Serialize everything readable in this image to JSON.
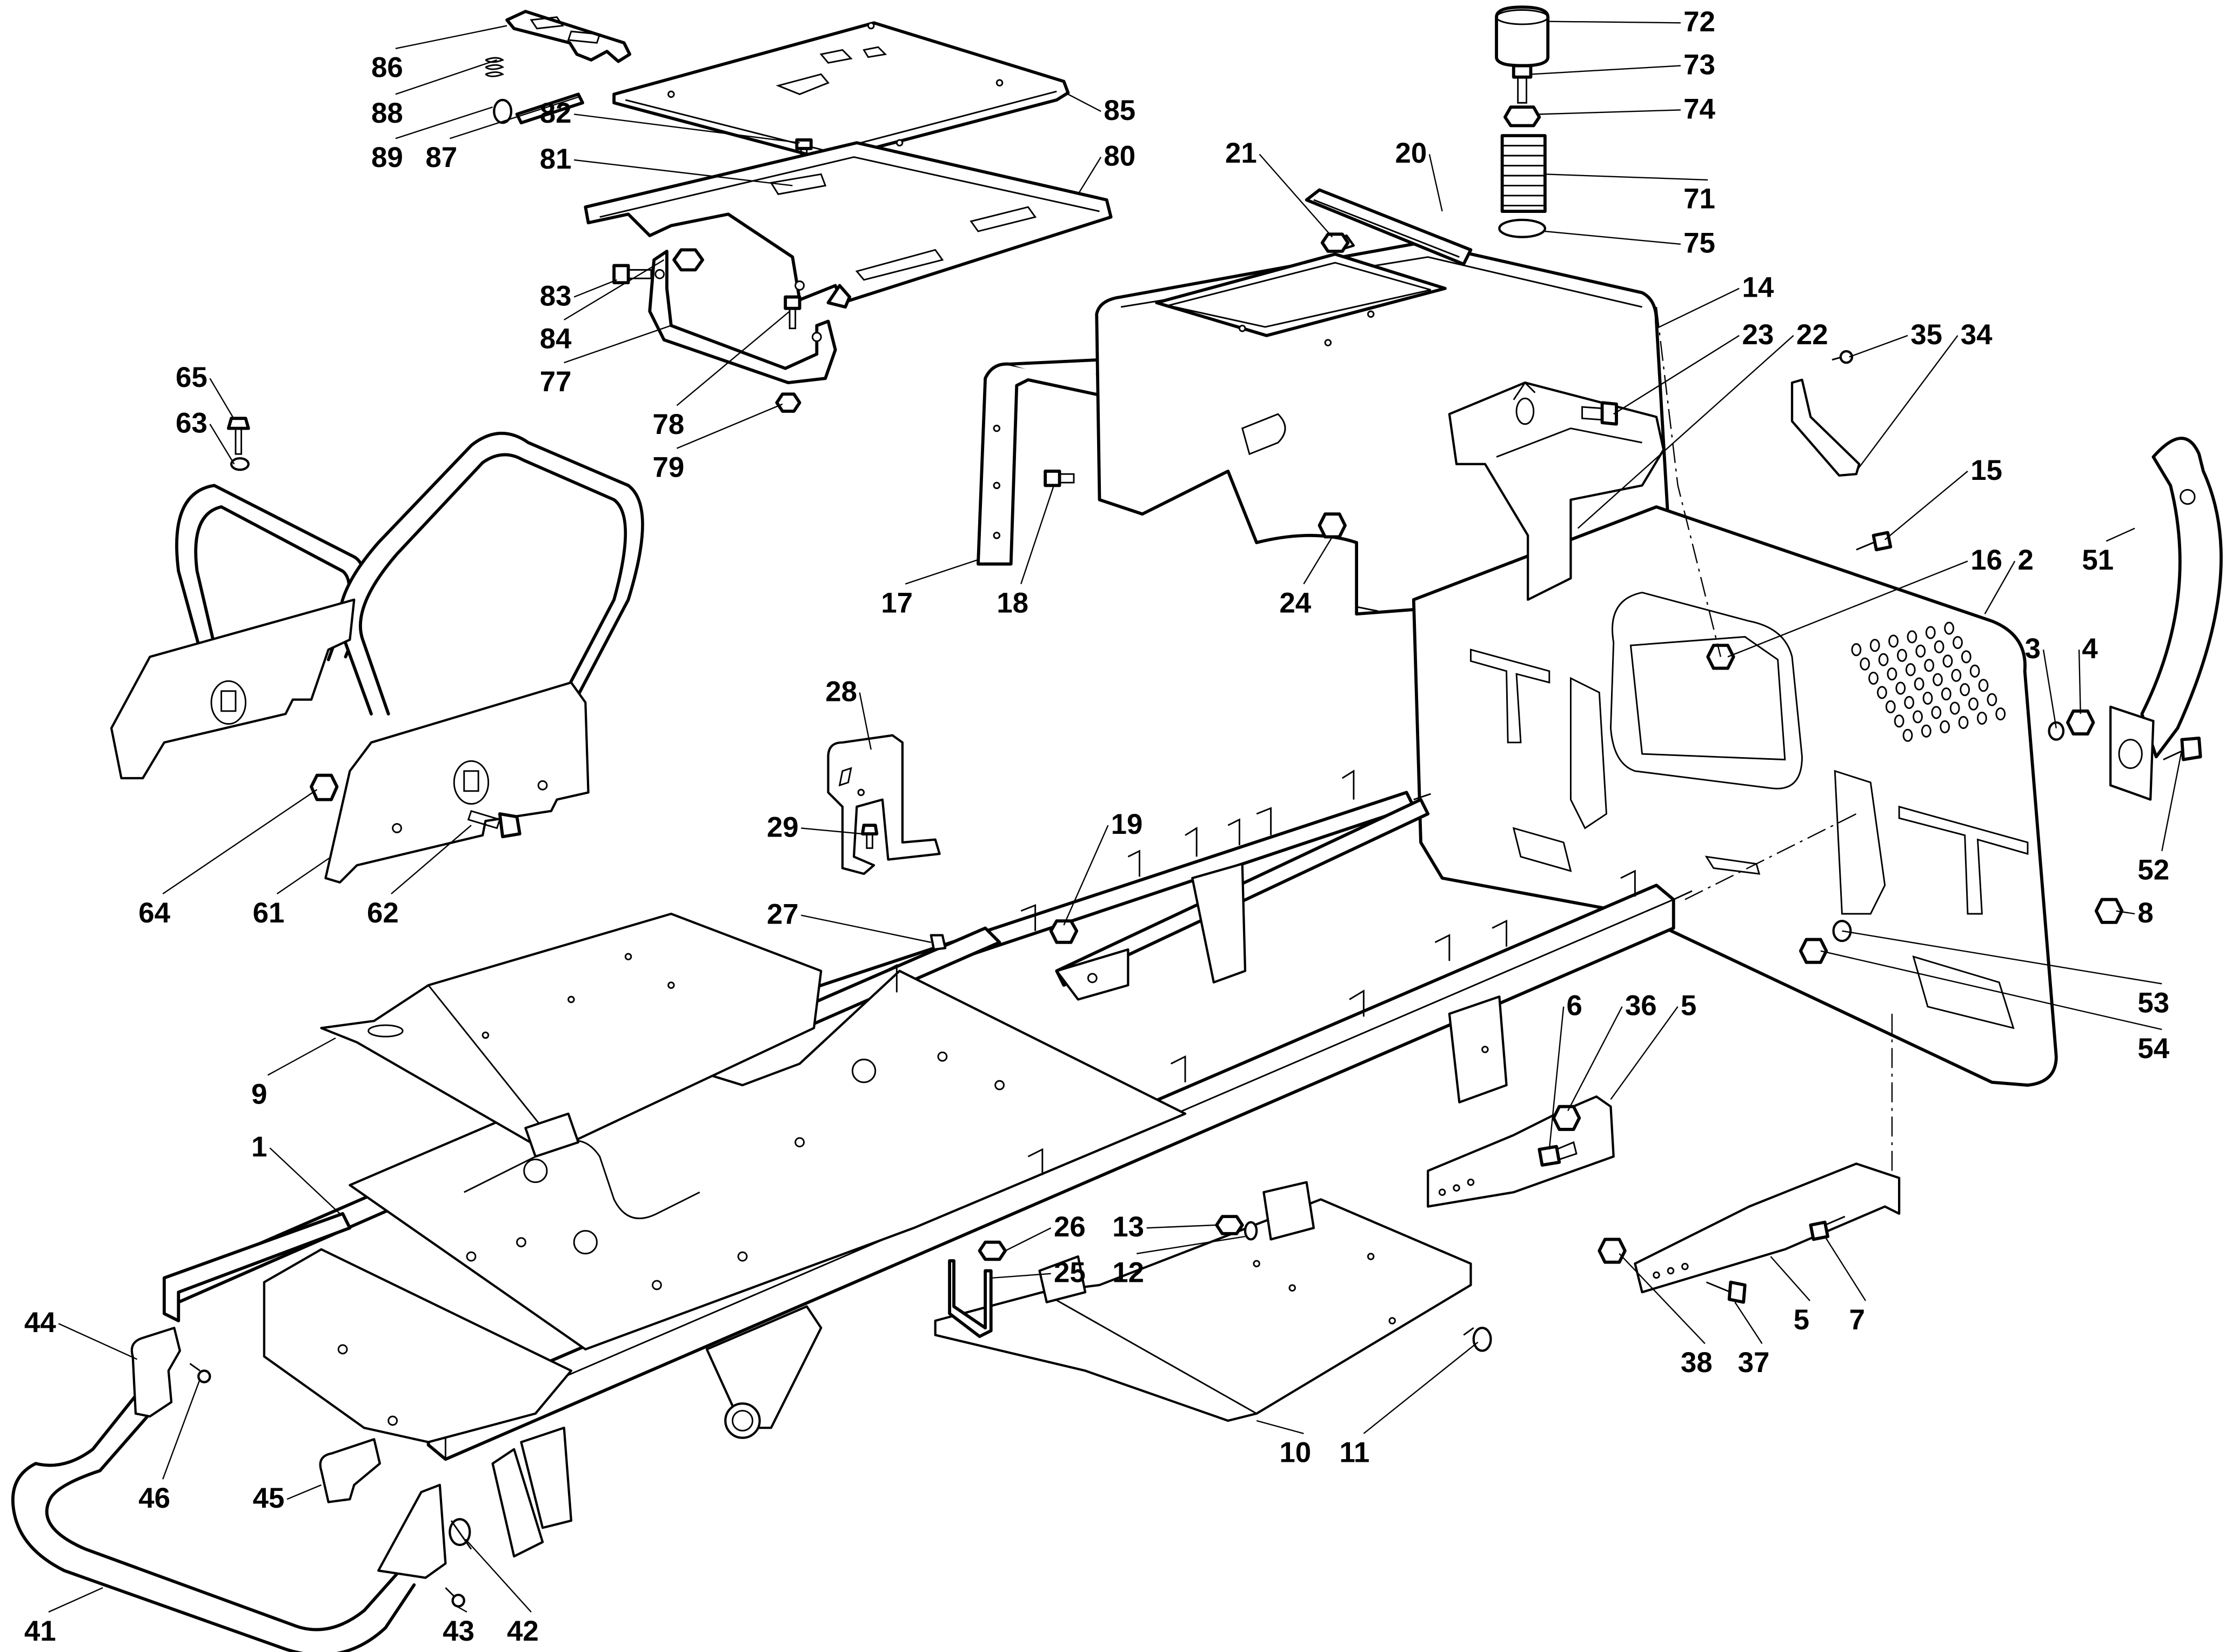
{
  "diagram": {
    "title": "Exploded parts diagram - tractor chassis frame",
    "line_color": "#000000",
    "background": "#ffffff",
    "callouts": [
      {
        "id": "c86",
        "label": "86",
        "part": "seat-hinge-bracket"
      },
      {
        "id": "c88",
        "label": "88",
        "part": "spring"
      },
      {
        "id": "c89",
        "label": "89",
        "part": "washer"
      },
      {
        "id": "c87",
        "label": "87",
        "part": "pin"
      },
      {
        "id": "c82",
        "label": "82",
        "part": "bolt"
      },
      {
        "id": "c81",
        "label": "81",
        "part": "seat-slide-lever"
      },
      {
        "id": "c85",
        "label": "85",
        "part": "seat-plate-upper"
      },
      {
        "id": "c80",
        "label": "80",
        "part": "seat-support-plate"
      },
      {
        "id": "c83",
        "label": "83",
        "part": "bolt"
      },
      {
        "id": "c84",
        "label": "84",
        "part": "nut"
      },
      {
        "id": "c77",
        "label": "77",
        "part": "seat-bracket"
      },
      {
        "id": "c78",
        "label": "78",
        "part": "bolt"
      },
      {
        "id": "c79",
        "label": "79",
        "part": "nut"
      },
      {
        "id": "c65",
        "label": "65",
        "part": "screw"
      },
      {
        "id": "c63",
        "label": "63",
        "part": "washer"
      },
      {
        "id": "c64",
        "label": "64",
        "part": "nut"
      },
      {
        "id": "c61",
        "label": "61",
        "part": "roll-bar-bracket"
      },
      {
        "id": "c62",
        "label": "62",
        "part": "bolt"
      },
      {
        "id": "c9",
        "label": "9",
        "part": "left-footboard"
      },
      {
        "id": "c1",
        "label": "1",
        "part": "main-frame"
      },
      {
        "id": "c44",
        "label": "44",
        "part": "bumper-bracket-left"
      },
      {
        "id": "c46",
        "label": "46",
        "part": "screw"
      },
      {
        "id": "c45",
        "label": "45",
        "part": "bumper-bracket-right"
      },
      {
        "id": "c41",
        "label": "41",
        "part": "front-bumper"
      },
      {
        "id": "c43",
        "label": "43",
        "part": "screw"
      },
      {
        "id": "c42",
        "label": "42",
        "part": "rubber-buffer"
      },
      {
        "id": "c28",
        "label": "28",
        "part": "bracket"
      },
      {
        "id": "c29",
        "label": "29",
        "part": "screw"
      },
      {
        "id": "c27",
        "label": "27",
        "part": "plug"
      },
      {
        "id": "c19",
        "label": "19",
        "part": "nut"
      },
      {
        "id": "c26",
        "label": "26",
        "part": "nut"
      },
      {
        "id": "c25",
        "label": "25",
        "part": "u-bolt"
      },
      {
        "id": "c13",
        "label": "13",
        "part": "nut"
      },
      {
        "id": "c12",
        "label": "12",
        "part": "washer"
      },
      {
        "id": "c10",
        "label": "10",
        "part": "right-footboard"
      },
      {
        "id": "c11",
        "label": "11",
        "part": "bolt"
      },
      {
        "id": "c17",
        "label": "17",
        "part": "dashboard-support"
      },
      {
        "id": "c18",
        "label": "18",
        "part": "bolt"
      },
      {
        "id": "c24",
        "label": "24",
        "part": "nut"
      },
      {
        "id": "c21",
        "label": "21",
        "part": "nut"
      },
      {
        "id": "c20",
        "label": "20",
        "part": "rail"
      },
      {
        "id": "c72",
        "label": "72",
        "part": "cap"
      },
      {
        "id": "c73",
        "label": "73",
        "part": "bolt"
      },
      {
        "id": "c74",
        "label": "74",
        "part": "nut"
      },
      {
        "id": "c71",
        "label": "71",
        "part": "spring"
      },
      {
        "id": "c75",
        "label": "75",
        "part": "washer"
      },
      {
        "id": "c14",
        "label": "14",
        "part": "rear-body-support"
      },
      {
        "id": "c23",
        "label": "23",
        "part": "bolt"
      },
      {
        "id": "c22",
        "label": "22",
        "part": "bracket"
      },
      {
        "id": "c35",
        "label": "35",
        "part": "screw"
      },
      {
        "id": "c34",
        "label": "34",
        "part": "strap"
      },
      {
        "id": "c15",
        "label": "15",
        "part": "bolt"
      },
      {
        "id": "c16",
        "label": "16",
        "part": "nut"
      },
      {
        "id": "c2",
        "label": "2",
        "part": "rear-plate"
      },
      {
        "id": "c51",
        "label": "51",
        "part": "hitch-arm"
      },
      {
        "id": "c3",
        "label": "3",
        "part": "washer"
      },
      {
        "id": "c4",
        "label": "4",
        "part": "nut"
      },
      {
        "id": "c52",
        "label": "52",
        "part": "bolt"
      },
      {
        "id": "c8",
        "label": "8",
        "part": "nut"
      },
      {
        "id": "c53",
        "label": "53",
        "part": "washer"
      },
      {
        "id": "c54",
        "label": "54",
        "part": "nut"
      },
      {
        "id": "c6",
        "label": "6",
        "part": "bolt"
      },
      {
        "id": "c36",
        "label": "36",
        "part": "nut"
      },
      {
        "id": "c5a",
        "label": "5",
        "part": "rear-strut-left"
      },
      {
        "id": "c5b",
        "label": "5",
        "part": "rear-strut-right"
      },
      {
        "id": "c7",
        "label": "7",
        "part": "bolt"
      },
      {
        "id": "c38",
        "label": "38",
        "part": "nut"
      },
      {
        "id": "c37",
        "label": "37",
        "part": "bolt"
      }
    ]
  }
}
